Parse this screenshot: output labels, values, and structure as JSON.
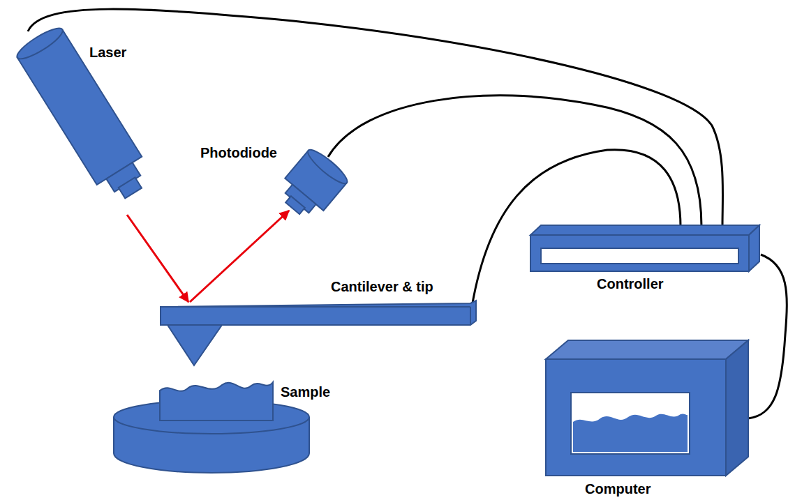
{
  "diagram": {
    "labels": [
      "Laser",
      "Photodiode",
      "Cantilever & tip",
      "Sample",
      "Controller",
      "Computer"
    ]
  }
}
